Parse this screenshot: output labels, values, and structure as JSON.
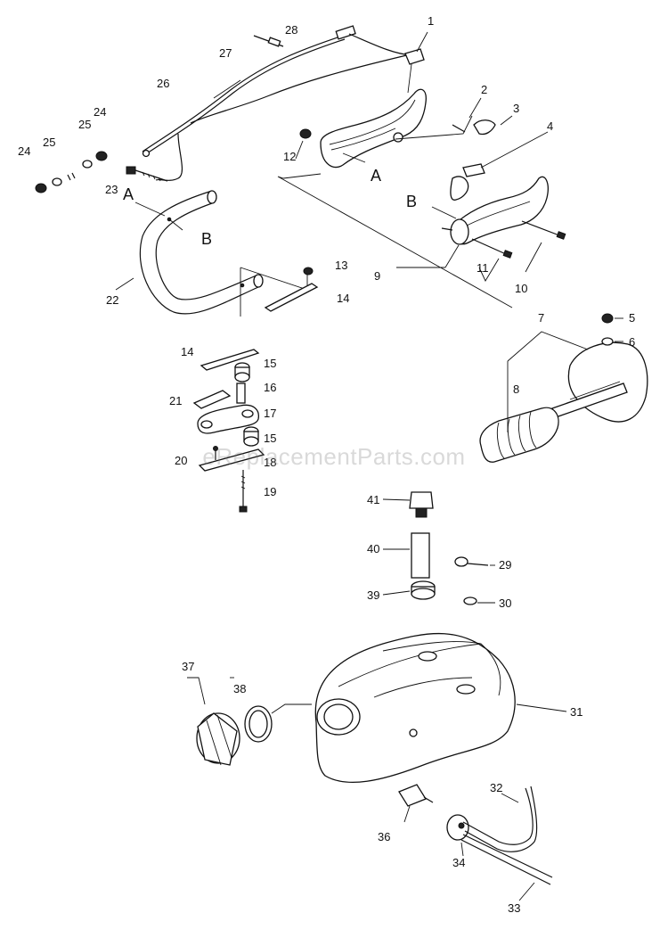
{
  "watermark": "eReplacementParts.com",
  "ref_letters": {
    "a_left": "A",
    "b_left": "B",
    "a_handle": "A",
    "b_handle": "B"
  },
  "labels": {
    "p1": "1",
    "p2": "2",
    "p3": "3",
    "p4": "4",
    "p5": "5",
    "p6": "6",
    "p7": "7",
    "p8": "8",
    "p9": "9",
    "p10": "10",
    "p11": "11",
    "p12": "12",
    "p13": "13",
    "p14a": "14",
    "p14b": "14",
    "p15a": "15",
    "p15b": "15",
    "p16": "16",
    "p17": "17",
    "p18": "18",
    "p19": "19",
    "p20": "20",
    "p21": "21",
    "p22": "22",
    "p23": "23",
    "p24a": "24",
    "p24b": "24",
    "p25a": "25",
    "p25b": "25",
    "p26": "26",
    "p27": "27",
    "p28": "28",
    "p29": "29",
    "p30": "30",
    "p31": "31",
    "p32": "32",
    "p33": "33",
    "p34": "34",
    "p36": "36",
    "p37": "37",
    "p38": "38",
    "p39": "39",
    "p40": "40",
    "p41": "41"
  }
}
